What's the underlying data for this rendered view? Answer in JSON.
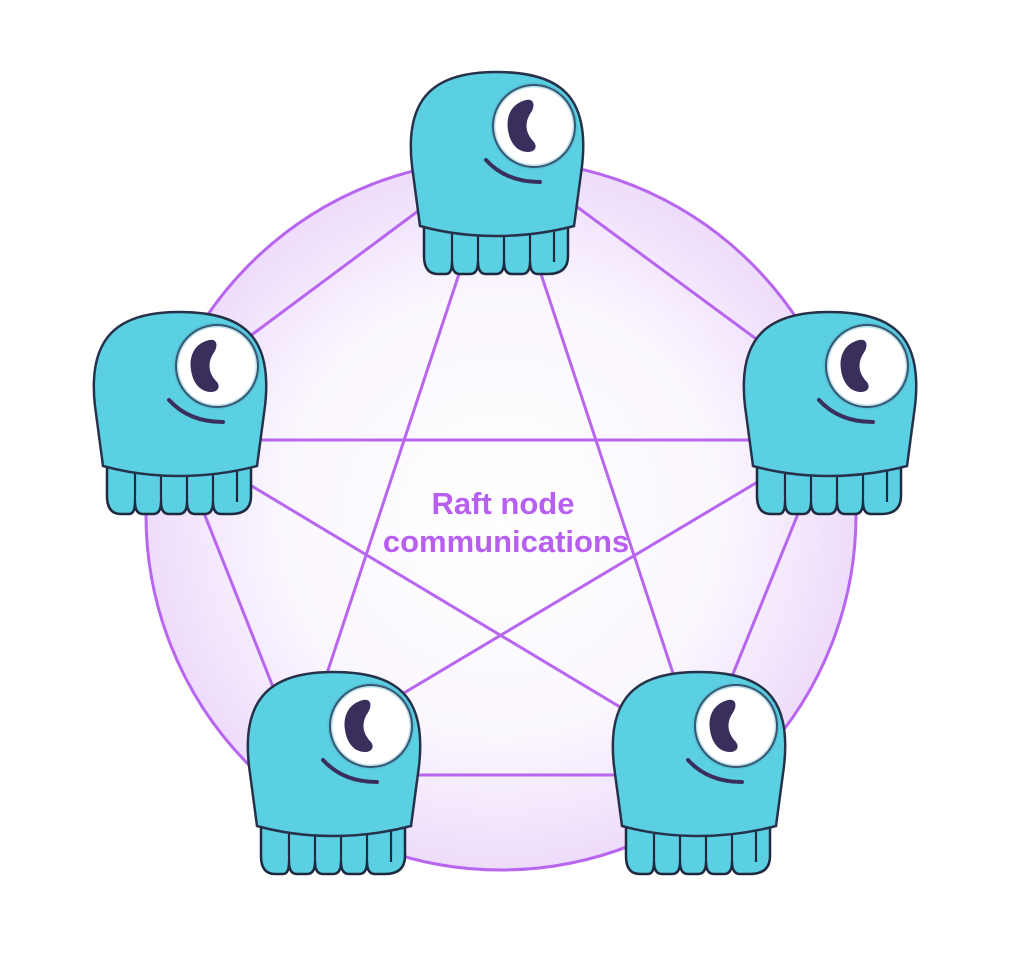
{
  "diagram": {
    "label_lines": [
      "Raft node",
      "communications"
    ],
    "colors": {
      "edge": "#b866f0",
      "ring_fill_center": "#ffffff",
      "ring_fill_edge": "#eddcfb",
      "label": "#b65ff0",
      "mascot_body": "#5bd0e3",
      "mascot_outline": "#1f2940",
      "pupil": "#3a2f5c"
    },
    "nodes": [
      {
        "name": "node-top",
        "icon": "sea-monster-mascot-icon"
      },
      {
        "name": "node-left",
        "icon": "sea-monster-mascot-icon"
      },
      {
        "name": "node-right",
        "icon": "sea-monster-mascot-icon"
      },
      {
        "name": "node-bottom-left",
        "icon": "sea-monster-mascot-icon"
      },
      {
        "name": "node-bottom-right",
        "icon": "sea-monster-mascot-icon"
      }
    ]
  }
}
